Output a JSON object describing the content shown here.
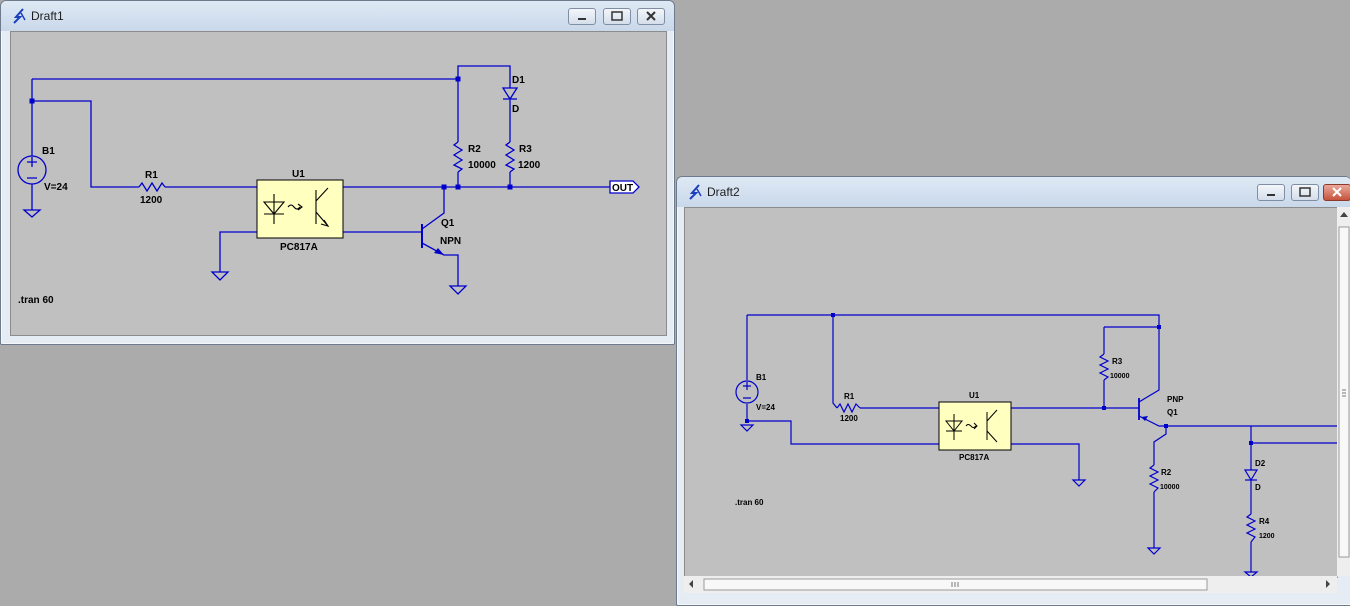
{
  "draft1": {
    "title": "Draft1",
    "labels": {
      "b1_name": "B1",
      "b1_value": "V=24",
      "r1_name": "R1",
      "r1_value": "1200",
      "u1_name": "U1",
      "u1_model": "PC817A",
      "q1_name": "Q1",
      "q1_type": "NPN",
      "r2_name": "R2",
      "r2_value": "10000",
      "r3_name": "R3",
      "r3_value": "1200",
      "d1_name": "D1",
      "d1_model": "D",
      "out_label": "OUT",
      "directive": ".tran 60"
    }
  },
  "draft2": {
    "title": "Draft2",
    "labels": {
      "b1_name": "B1",
      "b1_value": "V=24",
      "r1_name": "R1",
      "r1_value": "1200",
      "u1_name": "U1",
      "u1_model": "PC817A",
      "r3_name": "R3",
      "r3_value": "10000",
      "q1_name": "Q1",
      "q1_type": "PNP",
      "r2_name": "R2",
      "r2_value": "10000",
      "d2_name": "D2",
      "d2_model": "D",
      "r4_name": "R4",
      "r4_value": "1200",
      "directive": ".tran 60"
    }
  },
  "colors": {
    "wire": "#0000cc",
    "canvas": "#c0c0c0",
    "component_fill": "#ffffc0"
  },
  "icons": [
    "ltspice-icon",
    "minimize-icon",
    "maximize-icon",
    "close-icon"
  ]
}
